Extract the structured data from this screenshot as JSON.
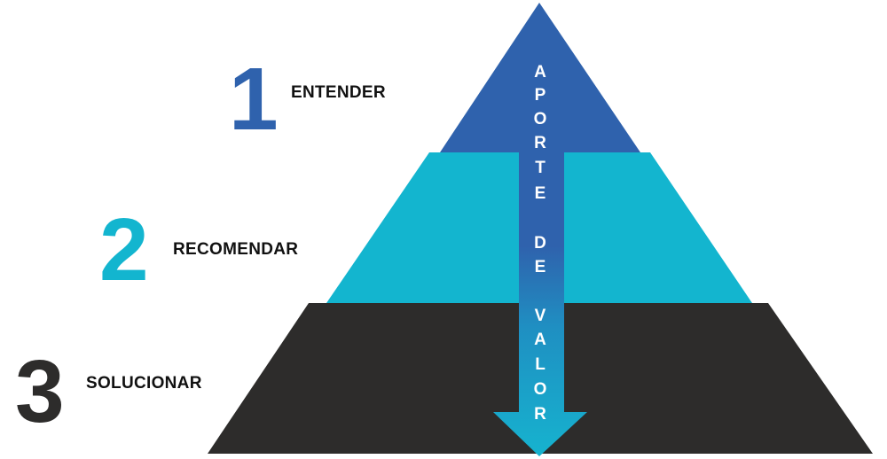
{
  "levels": [
    {
      "number": "1",
      "label": "ENTENDER",
      "color": "#2f62ad"
    },
    {
      "number": "2",
      "label": "RECOMENDAR",
      "color": "#13b5cf"
    },
    {
      "number": "3",
      "label": "SOLUCIONAR",
      "color": "#2d2c2b"
    }
  ],
  "arrow": {
    "letters": [
      "A",
      "P",
      "O",
      "R",
      "T",
      "E",
      "D",
      "E",
      "V",
      "A",
      "L",
      "O",
      "R"
    ],
    "text": "APORTE DE VALOR",
    "color_top": "#2f62ad",
    "color_bottom": "#16b3cf"
  }
}
